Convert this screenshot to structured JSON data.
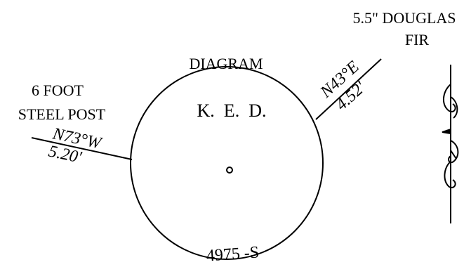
{
  "diagram": {
    "heading": "DIAGRAM",
    "initials": "K.  E.  D.",
    "bottom_label": "4975 -S"
  },
  "references": {
    "left": {
      "object_line1": "6 FOOT",
      "object_line2": "STEEL POST",
      "bearing": "N73°W",
      "distance": "5.20'"
    },
    "right": {
      "object_line1": "5.5\" DOUGLAS",
      "object_line2": "FIR",
      "bearing": "N43°E",
      "distance": "4.52'"
    }
  },
  "north_arrow": {
    "icon": "north-arrow-icon"
  },
  "colors": {
    "ink": "#000000",
    "paper": "#ffffff"
  }
}
